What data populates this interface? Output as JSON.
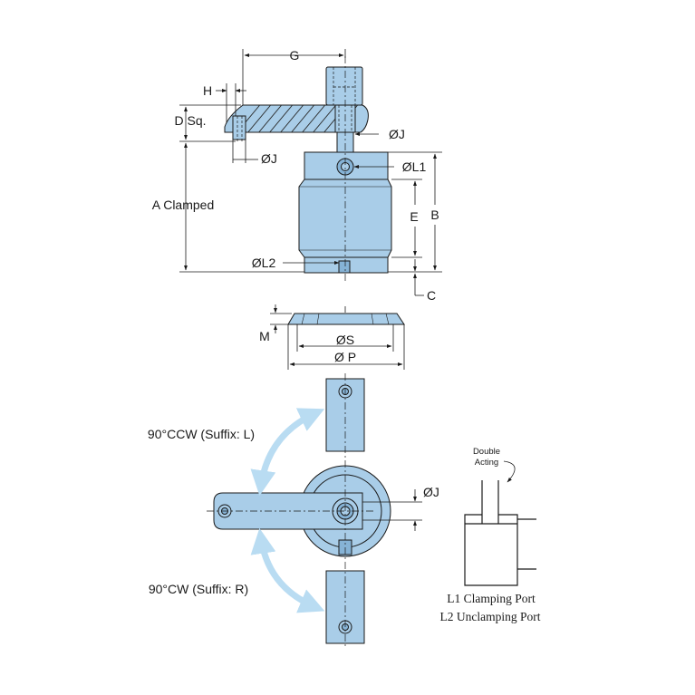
{
  "labels": {
    "g": "G",
    "h": "H",
    "d_sq": "D Sq.",
    "j_top": "ØJ",
    "j_left": "ØJ",
    "l1": "ØL1",
    "a_clamped": "A Clamped",
    "e": "E",
    "b": "B",
    "l2": "ØL2",
    "c": "C",
    "m": "M",
    "s": "ØS",
    "p": "Ø P",
    "ccw": "90°CCW (Suffix: L)",
    "cw": "90°CW (Suffix: R)",
    "j_plan": "ØJ"
  },
  "schematic": {
    "double_acting_line1": "Double",
    "double_acting_line2": "Acting",
    "port_l1": "L1 Clamping Port",
    "port_l2": "L2 Unclamping Port"
  },
  "colors": {
    "part_fill": "#a9cde8",
    "part_shade": "#86b3d6",
    "rotation_arrow": "#b9dcf2",
    "line": "#1a1a1a"
  }
}
